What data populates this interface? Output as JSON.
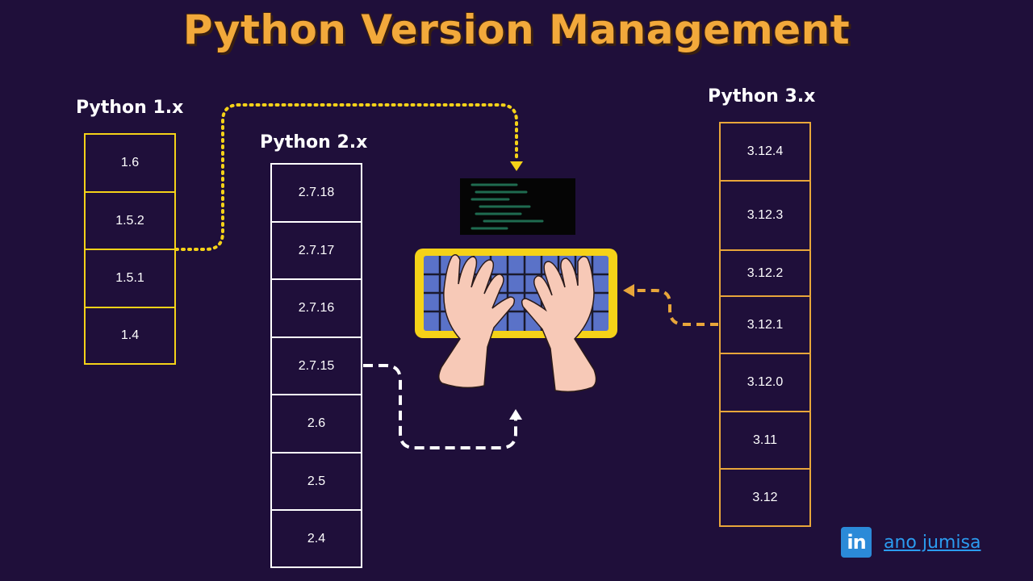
{
  "title": "Python Version Management",
  "columns": {
    "py1": {
      "title": "Python 1.x",
      "versions": [
        "1.6",
        "1.5.2",
        "1.5.1",
        "1.4"
      ]
    },
    "py2": {
      "title": "Python 2.x",
      "versions": [
        "2.7.18",
        "2.7.17",
        "2.7.16",
        "2.7.15",
        "2.6",
        "2.5",
        "2.4"
      ]
    },
    "py3": {
      "title": "Python 3.x",
      "versions": [
        "3.12.4",
        "3.12.3",
        "3.12.2",
        "3.12.1",
        "3.12.0",
        "3.11",
        "3.12"
      ]
    }
  },
  "colors": {
    "background": "#1f0f3a",
    "title": "#f2a93b",
    "py1_border": "#f5d218",
    "py2_border": "#ffffff",
    "py3_border": "#e8a63a",
    "keyboard_frame": "#f5d218",
    "keyboard_keys": "#5a72c8",
    "terminal": "#050505",
    "terminal_lines": "#1f6b50",
    "hands": "#f7c9b7",
    "linkedin": "#2b8ad8"
  },
  "connectors": [
    {
      "from": "Python 1.x 1.5.2 / 1.5.1",
      "to": "terminal",
      "style": "dotted",
      "color": "#f5d218"
    },
    {
      "from": "Python 2.x 2.7.15",
      "to": "keyboard",
      "style": "dashed",
      "color": "#ffffff"
    },
    {
      "from": "Python 3.x 3.12.1",
      "to": "keyboard",
      "style": "dashed",
      "color": "#e8a63a"
    }
  ],
  "icons": [
    "terminal-icon",
    "keyboard-icon",
    "typing-hands-icon",
    "linkedin-icon"
  ],
  "brand": {
    "badge": "in",
    "name": "ano jumisa"
  }
}
